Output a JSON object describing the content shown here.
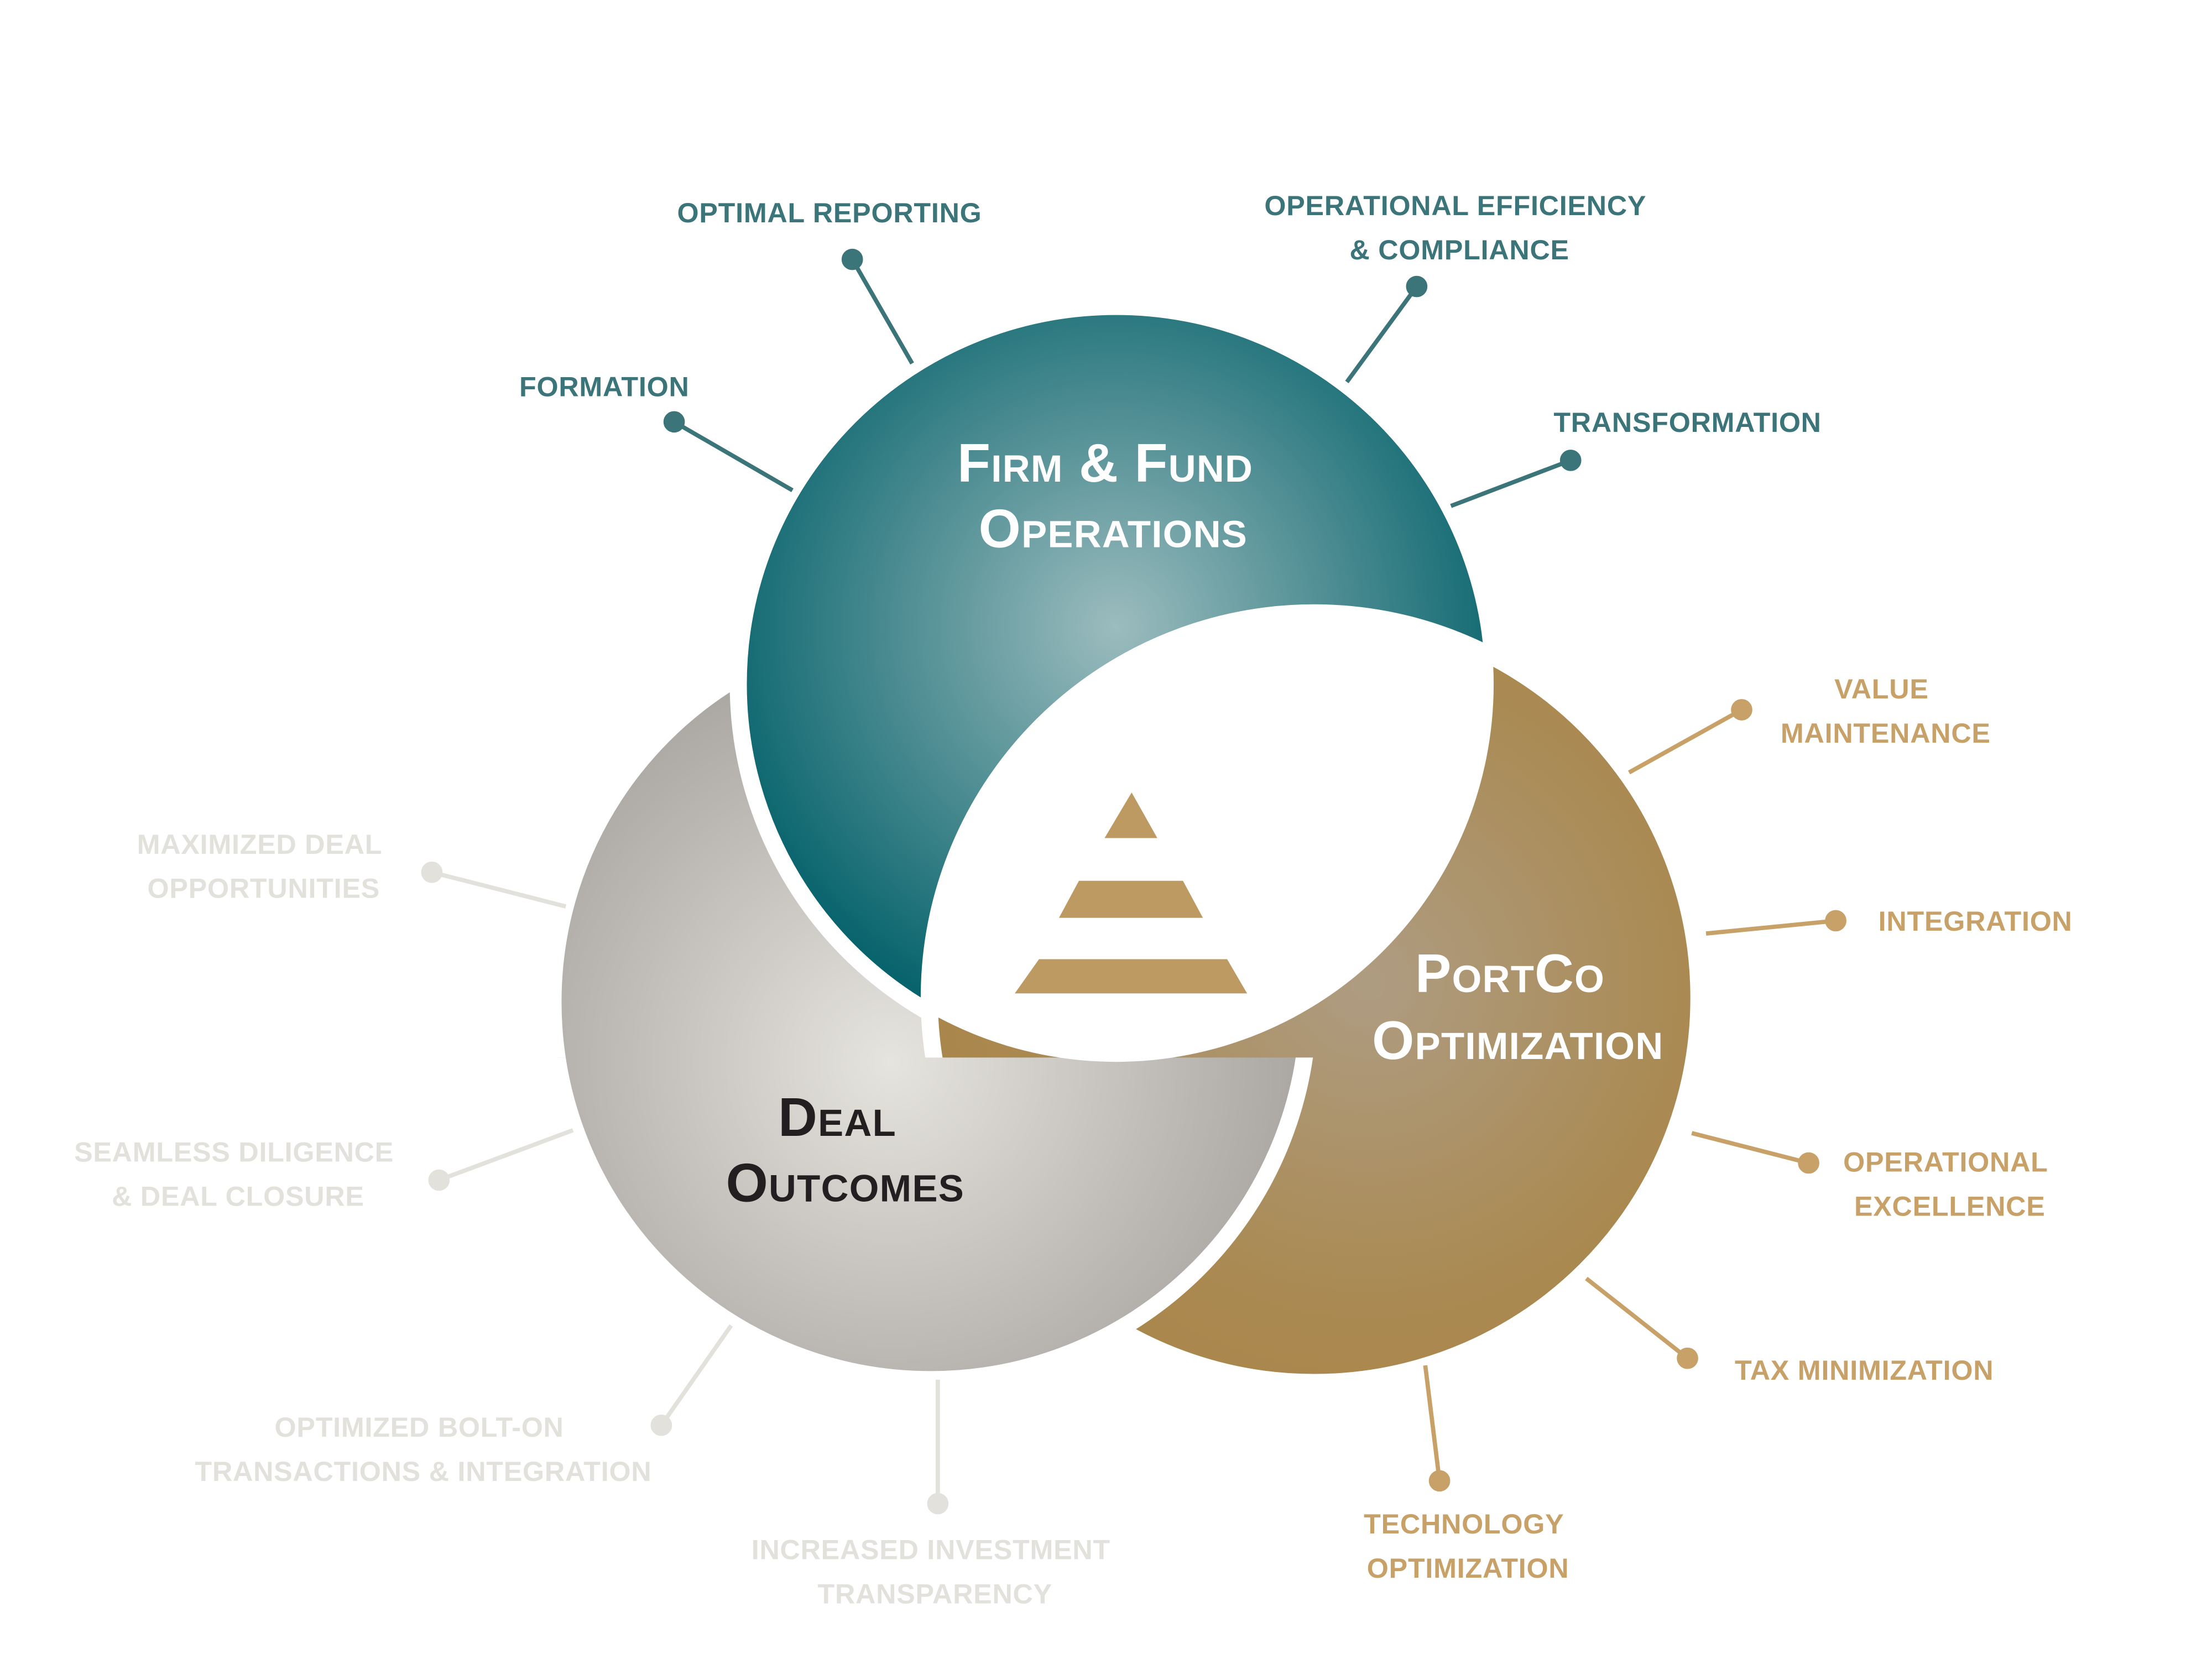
{
  "colors": {
    "teal": "#08646d",
    "gold": "#a9864a",
    "gray": "#a8a4a0",
    "pyramid": "#bd9a62"
  },
  "circles": {
    "firm": {
      "title": [
        "Firm & Fund",
        "Operations"
      ]
    },
    "portco": {
      "title": [
        "PortCo",
        "Optimization"
      ]
    },
    "deal": {
      "title": [
        "Deal",
        "Outcomes"
      ]
    }
  },
  "labels": {
    "firm": [
      {
        "lines": [
          "OPTIMAL REPORTING"
        ]
      },
      {
        "lines": [
          "OPERATIONAL EFFICIENCY",
          "& COMPLIANCE"
        ]
      },
      {
        "lines": [
          "FORMATION"
        ]
      },
      {
        "lines": [
          "TRANSFORMATION"
        ]
      }
    ],
    "portco": [
      {
        "lines": [
          "VALUE",
          "MAINTENANCE"
        ]
      },
      {
        "lines": [
          "INTEGRATION"
        ]
      },
      {
        "lines": [
          "OPERATIONAL",
          "EXCELLENCE"
        ]
      },
      {
        "lines": [
          "TAX MINIMIZATION"
        ]
      },
      {
        "lines": [
          "TECHNOLOGY",
          "OPTIMIZATION"
        ]
      }
    ],
    "deal": [
      {
        "lines": [
          "MAXIMIZED DEAL",
          "OPPORTUNITIES"
        ]
      },
      {
        "lines": [
          "SEAMLESS DILIGENCE",
          "& DEAL CLOSURE"
        ]
      },
      {
        "lines": [
          "OPTIMIZED BOLT-ON",
          "TRANSACTIONS & INTEGRATION"
        ]
      },
      {
        "lines": [
          "INCREASED INVESTMENT",
          "TRANSPARENCY"
        ]
      }
    ]
  }
}
